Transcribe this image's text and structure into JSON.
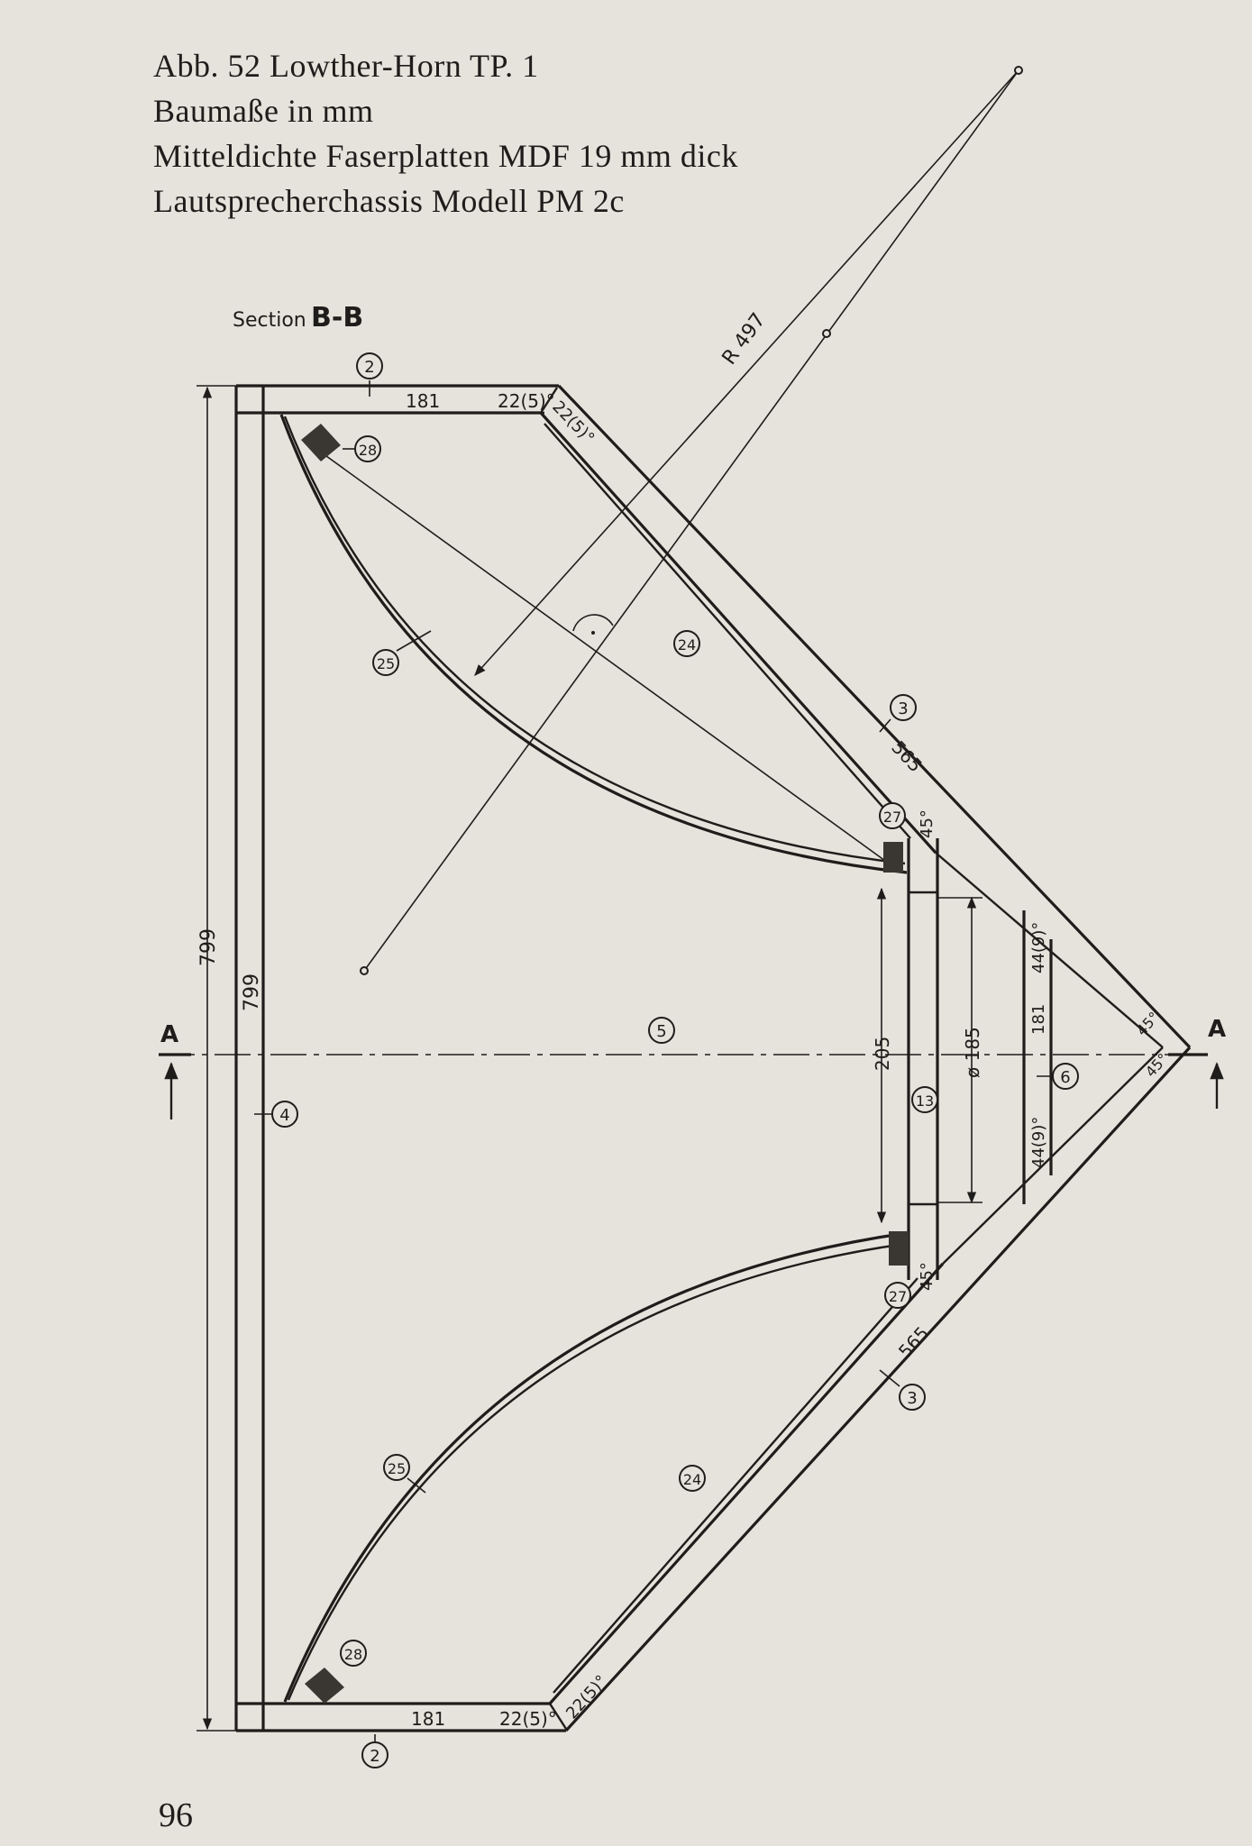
{
  "caption": {
    "line1": "Abb. 52  Lowther-Horn TP. 1",
    "line2": "Baumaße in mm",
    "line3": "Mitteldichte Faserplatten MDF 19 mm dick",
    "line4": "Lautsprecherchassis Modell PM 2c"
  },
  "page_number": "96",
  "drawing": {
    "section_title": "Section",
    "section_letters": "B-B",
    "section_marker": "A",
    "radius_label": "R 497",
    "dimensions": {
      "height_outer": "799",
      "height_inner": "799",
      "top_panel": "181",
      "top_bevel_a": "22(5)°",
      "top_bevel_b": "22(5)°",
      "bottom_panel": "181",
      "bottom_bevel_a": "22(5)°",
      "bottom_bevel_b": "22(5)°",
      "diag_top": "565",
      "diag_bottom": "565",
      "angle_upper": "45°",
      "angle_lower": "45°",
      "tip_angle_upper": "45°",
      "tip_angle_lower": "45°",
      "opening": "205",
      "chassis_diameter": "ø 185",
      "front_panel": "181",
      "front_upper": "44(9)°",
      "front_lower": "44(9)°"
    },
    "part_numbers": {
      "p2_top": "2",
      "p2_bottom": "2",
      "p3_top": "3",
      "p3_bottom": "3",
      "p4": "4",
      "p5": "5",
      "p6": "6",
      "p13": "13",
      "p24_top": "24",
      "p24_bottom": "24",
      "p25_top": "25",
      "p25_bottom": "25",
      "p27_top": "27",
      "p27_bottom": "27",
      "p28_top": "28",
      "p28_bottom": "28"
    }
  }
}
